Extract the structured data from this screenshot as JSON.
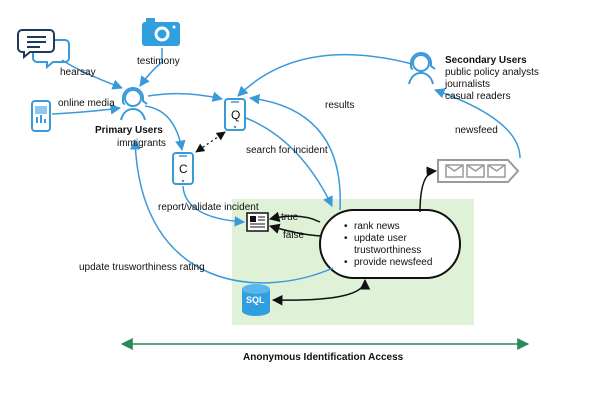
{
  "inputs": {
    "hearsay": "hearsay",
    "testimony": "testimony",
    "online_media": "online media"
  },
  "primary_users": {
    "title": "Primary Users",
    "subtitle": "immigrants"
  },
  "secondary_users": {
    "title": "Secondary Users",
    "roles": [
      "public policy analysts",
      "journalists",
      "casual readers"
    ]
  },
  "devices": {
    "query": "Q",
    "contribute": "C"
  },
  "edges": {
    "results": "results",
    "search": "search for incident",
    "report": "report/validate incident",
    "true": "true",
    "false": "false",
    "update_rating": "update trusworthiness rating",
    "newsfeed": "newsfeed"
  },
  "server": {
    "tasks": [
      {
        "text": "rank news",
        "bullet": true
      },
      {
        "text": "update user",
        "bullet": true
      },
      {
        "text": "trustworthiness",
        "bullet": false
      },
      {
        "text": "provide newsfeed",
        "bullet": true
      }
    ]
  },
  "database": {
    "label": "SQL"
  },
  "footer": {
    "access": "Anonymous Identification Access"
  },
  "colors": {
    "icon_blue": "#3a9ad9",
    "camera_blue": "#2f9fe0",
    "green_zone": "#dff1d6",
    "footer_arrow": "#2a8a5a",
    "feed_gray": "#9a9a9a",
    "line_black": "#111111"
  }
}
